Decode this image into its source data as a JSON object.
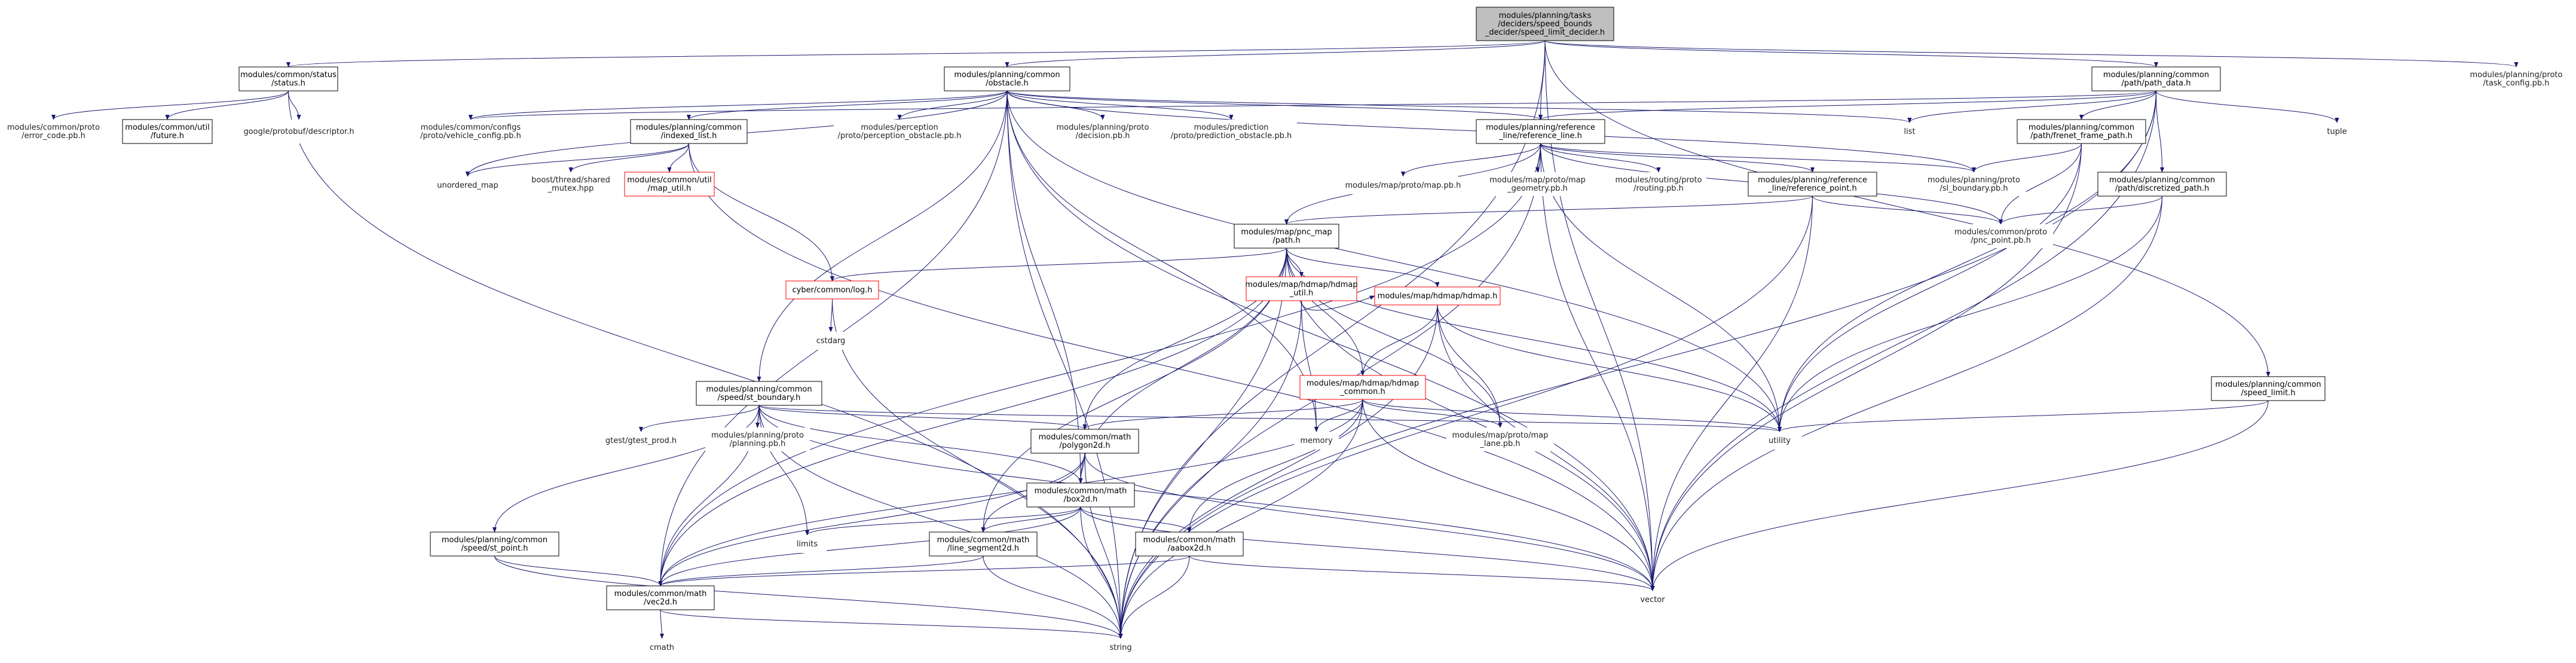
{
  "graph": {
    "nodes": [
      {
        "id": "root",
        "lines": [
          "modules/planning/tasks",
          "/deciders/speed_bounds",
          "_decider/speed_limit_decider.h"
        ],
        "kind": "root"
      },
      {
        "id": "status",
        "lines": [
          "modules/common/status",
          "/status.h"
        ],
        "kind": "box"
      },
      {
        "id": "obstacle",
        "lines": [
          "modules/planning/common",
          "/obstacle.h"
        ],
        "kind": "box"
      },
      {
        "id": "reflineh",
        "lines": [
          "modules/planning/reference",
          "_line/reference_line.h"
        ],
        "kind": "box"
      },
      {
        "id": "pathdata",
        "lines": [
          "modules/planning/common",
          "/path/path_data.h"
        ],
        "kind": "box"
      },
      {
        "id": "taskcfg",
        "lines": [
          "modules/planning/proto",
          "/task_config.pb.h"
        ],
        "kind": "plain"
      },
      {
        "id": "errorcode",
        "lines": [
          "modules/common/proto",
          "/error_code.pb.h"
        ],
        "kind": "plain"
      },
      {
        "id": "future",
        "lines": [
          "modules/common/util",
          "/future.h"
        ],
        "kind": "box"
      },
      {
        "id": "descriptor",
        "lines": [
          "google/protobuf/descriptor.h"
        ],
        "kind": "plain"
      },
      {
        "id": "vehcfg",
        "lines": [
          "modules/common/configs",
          "/proto/vehicle_config.pb.h"
        ],
        "kind": "plain"
      },
      {
        "id": "indexedlist",
        "lines": [
          "modules/planning/common",
          "/indexed_list.h"
        ],
        "kind": "box"
      },
      {
        "id": "perceptpb",
        "lines": [
          "modules/perception",
          "/proto/perception_obstacle.pb.h"
        ],
        "kind": "plain"
      },
      {
        "id": "decisionpb",
        "lines": [
          "modules/planning/proto",
          "/decision.pb.h"
        ],
        "kind": "plain"
      },
      {
        "id": "predpb",
        "lines": [
          "modules/prediction",
          "/proto/prediction_obstacle.pb.h"
        ],
        "kind": "plain"
      },
      {
        "id": "list",
        "lines": [
          "list"
        ],
        "kind": "plain"
      },
      {
        "id": "frenet",
        "lines": [
          "modules/planning/common",
          "/path/frenet_frame_path.h"
        ],
        "kind": "box"
      },
      {
        "id": "tuple",
        "lines": [
          "tuple"
        ],
        "kind": "plain"
      },
      {
        "id": "unorderedmap",
        "lines": [
          "unordered_map"
        ],
        "kind": "plain"
      },
      {
        "id": "boostmutex",
        "lines": [
          "boost/thread/shared",
          "_mutex.hpp"
        ],
        "kind": "plain"
      },
      {
        "id": "maputil",
        "lines": [
          "modules/common/util",
          "/map_util.h"
        ],
        "kind": "red"
      },
      {
        "id": "mappb",
        "lines": [
          "modules/map/proto/map.pb.h"
        ],
        "kind": "plain"
      },
      {
        "id": "mapgeom",
        "lines": [
          "modules/map/proto/map",
          "_geometry.pb.h"
        ],
        "kind": "plain"
      },
      {
        "id": "routingpb",
        "lines": [
          "modules/routing/proto",
          "/routing.pb.h"
        ],
        "kind": "plain"
      },
      {
        "id": "refpoint",
        "lines": [
          "modules/planning/reference",
          "_line/reference_point.h"
        ],
        "kind": "box"
      },
      {
        "id": "slboundary",
        "lines": [
          "modules/planning/proto",
          "/sl_boundary.pb.h"
        ],
        "kind": "plain"
      },
      {
        "id": "discretized",
        "lines": [
          "modules/planning/common",
          "/path/discretized_path.h"
        ],
        "kind": "box"
      },
      {
        "id": "pncpointpb",
        "lines": [
          "modules/common/proto",
          "/pnc_point.pb.h"
        ],
        "kind": "plain"
      },
      {
        "id": "pncmap",
        "lines": [
          "modules/map/pnc_map",
          "/path.h"
        ],
        "kind": "box"
      },
      {
        "id": "cyberlog",
        "lines": [
          "cyber/common/log.h"
        ],
        "kind": "red"
      },
      {
        "id": "hdmaputil",
        "lines": [
          "modules/map/hdmap/hdmap",
          "_util.h"
        ],
        "kind": "red"
      },
      {
        "id": "cstdarg",
        "lines": [
          "cstdarg"
        ],
        "kind": "plain"
      },
      {
        "id": "hdmaph",
        "lines": [
          "modules/map/hdmap/hdmap.h"
        ],
        "kind": "red"
      },
      {
        "id": "hdmapcommon",
        "lines": [
          "modules/map/hdmap/hdmap",
          "_common.h"
        ],
        "kind": "red"
      },
      {
        "id": "stboundary",
        "lines": [
          "modules/planning/common",
          "/speed/st_boundary.h"
        ],
        "kind": "box"
      },
      {
        "id": "speedlimit",
        "lines": [
          "modules/planning/common",
          "/speed_limit.h"
        ],
        "kind": "box"
      },
      {
        "id": "gtestprod",
        "lines": [
          "gtest/gtest_prod.h"
        ],
        "kind": "plain"
      },
      {
        "id": "planningpb",
        "lines": [
          "modules/planning/proto",
          "/planning.pb.h"
        ],
        "kind": "plain"
      },
      {
        "id": "polygon2d",
        "lines": [
          "modules/common/math",
          "/polygon2d.h"
        ],
        "kind": "box"
      },
      {
        "id": "memory",
        "lines": [
          "memory"
        ],
        "kind": "plain"
      },
      {
        "id": "lanepb",
        "lines": [
          "modules/map/proto/map",
          "_lane.pb.h"
        ],
        "kind": "plain"
      },
      {
        "id": "utility",
        "lines": [
          "utility"
        ],
        "kind": "plain"
      },
      {
        "id": "box2d",
        "lines": [
          "modules/common/math",
          "/box2d.h"
        ],
        "kind": "box"
      },
      {
        "id": "limits",
        "lines": [
          "limits"
        ],
        "kind": "plain"
      },
      {
        "id": "linesegment",
        "lines": [
          "modules/common/math",
          "/line_segment2d.h"
        ],
        "kind": "box"
      },
      {
        "id": "aabox",
        "lines": [
          "modules/common/math",
          "/aabox2d.h"
        ],
        "kind": "box"
      },
      {
        "id": "stpoint",
        "lines": [
          "modules/planning/common",
          "/speed/st_point.h"
        ],
        "kind": "box"
      },
      {
        "id": "vec2d",
        "lines": [
          "modules/common/math",
          "/vec2d.h"
        ],
        "kind": "box"
      },
      {
        "id": "vector",
        "lines": [
          "vector"
        ],
        "kind": "plain"
      },
      {
        "id": "cmath",
        "lines": [
          "cmath"
        ],
        "kind": "plain"
      },
      {
        "id": "string",
        "lines": [
          "string"
        ],
        "kind": "plain"
      }
    ],
    "edges": [
      [
        "root",
        "status"
      ],
      [
        "root",
        "obstacle"
      ],
      [
        "root",
        "reflineh"
      ],
      [
        "root",
        "pathdata"
      ],
      [
        "root",
        "taskcfg"
      ],
      [
        "root",
        "string"
      ],
      [
        "root",
        "vector"
      ],
      [
        "root",
        "speedlimit"
      ],
      [
        "status",
        "errorcode"
      ],
      [
        "status",
        "future"
      ],
      [
        "status",
        "descriptor"
      ],
      [
        "status",
        "string"
      ],
      [
        "obstacle",
        "vehcfg"
      ],
      [
        "obstacle",
        "indexedlist"
      ],
      [
        "obstacle",
        "perceptpb"
      ],
      [
        "obstacle",
        "decisionpb"
      ],
      [
        "obstacle",
        "predpb"
      ],
      [
        "obstacle",
        "list"
      ],
      [
        "obstacle",
        "reflineh"
      ],
      [
        "obstacle",
        "slboundary"
      ],
      [
        "obstacle",
        "stboundary"
      ],
      [
        "obstacle",
        "box2d"
      ],
      [
        "obstacle",
        "vec2d"
      ],
      [
        "obstacle",
        "memory"
      ],
      [
        "obstacle",
        "string"
      ],
      [
        "obstacle",
        "vector"
      ],
      [
        "obstacle",
        "unorderedmap"
      ],
      [
        "obstacle",
        "utility"
      ],
      [
        "indexedlist",
        "unorderedmap"
      ],
      [
        "indexedlist",
        "boostmutex"
      ],
      [
        "indexedlist",
        "maputil"
      ],
      [
        "indexedlist",
        "cyberlog"
      ],
      [
        "indexedlist",
        "vector"
      ],
      [
        "pathdata",
        "reflineh"
      ],
      [
        "pathdata",
        "frenet"
      ],
      [
        "pathdata",
        "discretized"
      ],
      [
        "pathdata",
        "list"
      ],
      [
        "pathdata",
        "tuple"
      ],
      [
        "pathdata",
        "string"
      ],
      [
        "pathdata",
        "utility"
      ],
      [
        "pathdata",
        "vector"
      ],
      [
        "pathdata",
        "vehcfg"
      ],
      [
        "frenet",
        "slboundary"
      ],
      [
        "frenet",
        "pncpointpb"
      ],
      [
        "frenet",
        "vector"
      ],
      [
        "frenet",
        "utility"
      ],
      [
        "discretized",
        "pncpointpb"
      ],
      [
        "discretized",
        "vector"
      ],
      [
        "discretized",
        "utility"
      ],
      [
        "reflineh",
        "mappb"
      ],
      [
        "reflineh",
        "mapgeom"
      ],
      [
        "reflineh",
        "routingpb"
      ],
      [
        "reflineh",
        "refpoint"
      ],
      [
        "reflineh",
        "slboundary"
      ],
      [
        "reflineh",
        "pncpointpb"
      ],
      [
        "reflineh",
        "pncmap"
      ],
      [
        "reflineh",
        "vec2d"
      ],
      [
        "reflineh",
        "string"
      ],
      [
        "reflineh",
        "utility"
      ],
      [
        "reflineh",
        "vector"
      ],
      [
        "refpoint",
        "pncmap"
      ],
      [
        "refpoint",
        "pncpointpb"
      ],
      [
        "refpoint",
        "string"
      ],
      [
        "refpoint",
        "vector"
      ],
      [
        "pncmap",
        "cyberlog"
      ],
      [
        "pncmap",
        "hdmaputil"
      ],
      [
        "pncmap",
        "hdmaph"
      ],
      [
        "pncmap",
        "hdmapcommon"
      ],
      [
        "pncmap",
        "polygon2d"
      ],
      [
        "pncmap",
        "box2d"
      ],
      [
        "pncmap",
        "linesegment"
      ],
      [
        "pncmap",
        "vec2d"
      ],
      [
        "pncmap",
        "lanepb"
      ],
      [
        "pncmap",
        "string"
      ],
      [
        "pncmap",
        "utility"
      ],
      [
        "pncmap",
        "vector"
      ],
      [
        "cyberlog",
        "cstdarg"
      ],
      [
        "cyberlog",
        "string"
      ],
      [
        "hdmaputil",
        "hdmaph"
      ],
      [
        "hdmaputil",
        "memory"
      ],
      [
        "hdmaputil",
        "string"
      ],
      [
        "hdmaph",
        "hdmapcommon"
      ],
      [
        "hdmaph",
        "lanepb"
      ],
      [
        "hdmaph",
        "string"
      ],
      [
        "hdmaph",
        "utility"
      ],
      [
        "hdmaph",
        "vector"
      ],
      [
        "hdmapcommon",
        "polygon2d"
      ],
      [
        "hdmapcommon",
        "aabox"
      ],
      [
        "hdmapcommon",
        "vec2d"
      ],
      [
        "hdmapcommon",
        "lanepb"
      ],
      [
        "hdmapcommon",
        "memory"
      ],
      [
        "hdmapcommon",
        "string"
      ],
      [
        "hdmapcommon",
        "utility"
      ],
      [
        "hdmapcommon",
        "vector"
      ],
      [
        "stboundary",
        "gtestprod"
      ],
      [
        "stboundary",
        "planningpb"
      ],
      [
        "stboundary",
        "polygon2d"
      ],
      [
        "stboundary",
        "box2d"
      ],
      [
        "stboundary",
        "stpoint"
      ],
      [
        "stboundary",
        "vec2d"
      ],
      [
        "stboundary",
        "limits"
      ],
      [
        "stboundary",
        "string"
      ],
      [
        "stboundary",
        "utility"
      ],
      [
        "stboundary",
        "vector"
      ],
      [
        "speedlimit",
        "utility"
      ],
      [
        "speedlimit",
        "vector"
      ],
      [
        "polygon2d",
        "box2d"
      ],
      [
        "polygon2d",
        "linesegment"
      ],
      [
        "polygon2d",
        "vec2d"
      ],
      [
        "polygon2d",
        "string"
      ],
      [
        "polygon2d",
        "vector"
      ],
      [
        "box2d",
        "aabox"
      ],
      [
        "box2d",
        "linesegment"
      ],
      [
        "box2d",
        "vec2d"
      ],
      [
        "box2d",
        "limits"
      ],
      [
        "box2d",
        "string"
      ],
      [
        "box2d",
        "vector"
      ],
      [
        "linesegment",
        "vec2d"
      ],
      [
        "linesegment",
        "string"
      ],
      [
        "aabox",
        "vec2d"
      ],
      [
        "aabox",
        "string"
      ],
      [
        "aabox",
        "vector"
      ],
      [
        "stpoint",
        "vec2d"
      ],
      [
        "stpoint",
        "string"
      ],
      [
        "vec2d",
        "cmath"
      ],
      [
        "vec2d",
        "string"
      ]
    ]
  }
}
